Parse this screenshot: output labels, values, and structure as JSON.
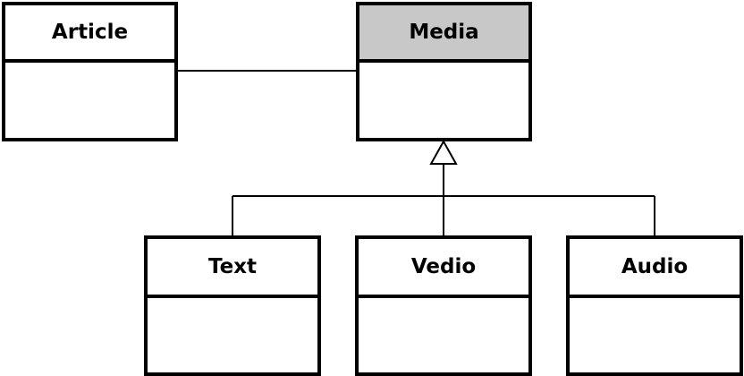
{
  "diagram": {
    "type": "uml-class-diagram",
    "classes": {
      "article": {
        "name": "Article",
        "highlighted": false
      },
      "media": {
        "name": "Media",
        "highlighted": true,
        "fill": "#c8c8c8"
      },
      "text": {
        "name": "Text",
        "highlighted": false
      },
      "vedio": {
        "name": "Vedio",
        "highlighted": false
      },
      "audio": {
        "name": "Audio",
        "highlighted": false
      }
    },
    "relationships": [
      {
        "kind": "association",
        "from": "Article",
        "to": "Media"
      },
      {
        "kind": "generalization",
        "from": "Text",
        "to": "Media"
      },
      {
        "kind": "generalization",
        "from": "Vedio",
        "to": "Media"
      },
      {
        "kind": "generalization",
        "from": "Audio",
        "to": "Media"
      }
    ],
    "colors": {
      "stroke": "#000000",
      "background": "#ffffff",
      "highlight": "#c8c8c8"
    }
  }
}
